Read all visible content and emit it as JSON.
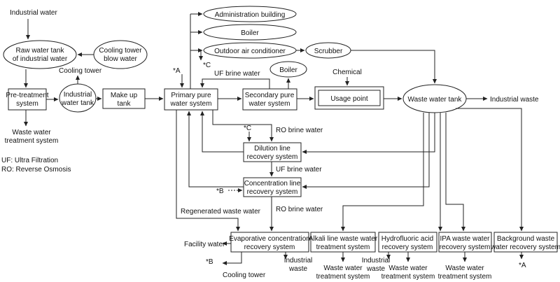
{
  "labels": {
    "industrial_water_in": "Industrial water",
    "raw_tank_1": "Raw water tank",
    "raw_tank_2": "of industrial water",
    "cooling_blow_1": "Cooling tower",
    "cooling_blow_2": "blow water",
    "cooling_tower_top": "Cooling tower",
    "pretreat_1": "Pre-treatment",
    "pretreat_2": "system",
    "ind_tank_1": "Industrial",
    "ind_tank_2": "water tank",
    "makeup_1": "Make up",
    "makeup_2": "tank",
    "wwts_left_1": "Waste water",
    "wwts_left_2": "treatment system",
    "uf_legend": "UF: Ultra Filtration",
    "ro_legend": "RO: Reverse Osmosis",
    "admin": "Administration building",
    "boiler_top": "Boiler",
    "outdoor_ac": "Outdoor air conditioner",
    "scrubber": "Scrubber",
    "c_mark_top": "*C",
    "uf_brine_1": "UF brine water",
    "boiler_mid": "Boiler",
    "chemical": "Chemical",
    "a_mark_top": "*A",
    "primary_1": "Primary pure",
    "primary_2": "water system",
    "secondary_1": "Secondary pure",
    "secondary_2": "water system",
    "usage": "Usage point",
    "wwtank": "Waste water tank",
    "industrial_waste_right": "Industrial waste",
    "c_mark_mid": "*C",
    "ro_brine_1": "RO brine water",
    "dilution_1": "Dilution line",
    "dilution_2": "recovery system",
    "uf_brine_2": "UF brine water",
    "b_mark_mid": "*B",
    "concentration_1": "Concentration line",
    "concentration_2": "recovery system",
    "regenerated": "Regenerated waste water",
    "ro_brine_2": "RO brine water",
    "facility_water": "Facility water",
    "evap_1": "Evaporative concentration",
    "evap_2": "recovery system",
    "alkali_1": "Alkali line waste water",
    "alkali_2": "treatment system",
    "hf_1": "Hydrofluoric acid",
    "hf_2": "recovery system",
    "ipa_1": "IPA waste water",
    "ipa_2": "recovery system",
    "bg_1": "Background waste",
    "bg_2": "water recovery system",
    "b_mark_bottom": "*B",
    "cooling_tower_bottom": "Cooling tower",
    "industrial_waste_evap_1": "Industrial",
    "industrial_waste_evap_2": "waste",
    "wwts_alk_1": "Waste water",
    "wwts_alk_2": "treatment system",
    "industrial_waste_hf_1": "Industrial",
    "industrial_waste_hf_2": "waste",
    "wwts_hf_1": "Waste water",
    "wwts_hf_2": "treatment system",
    "wwts_ipa_1": "Waste water",
    "wwts_ipa_2": "treatment system",
    "a_mark_bottom": "*A"
  }
}
